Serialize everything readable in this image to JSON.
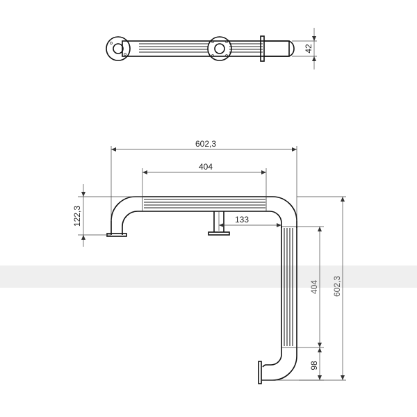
{
  "drawing": {
    "dimensions": {
      "top_view_diameter": "42",
      "overall_width": "602,3",
      "grip_length": "404",
      "projection": "122,3",
      "support_offset": "133",
      "vertical_grip": "404",
      "overall_height": "602,3",
      "bottom_offset": "98"
    },
    "colors": {
      "line": "#111111",
      "dimension": "#444444",
      "band": "#efefef"
    }
  }
}
